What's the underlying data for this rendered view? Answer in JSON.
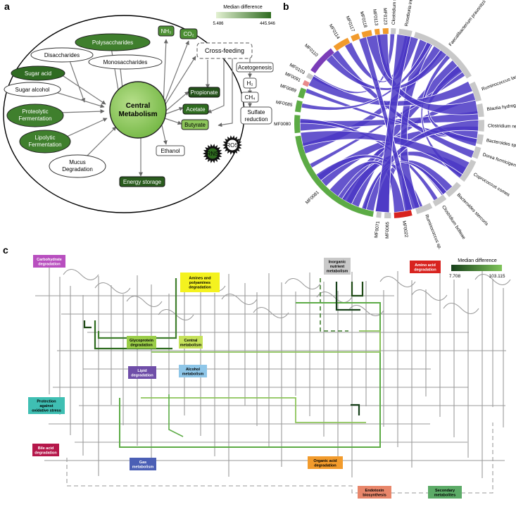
{
  "panels": {
    "a": "a",
    "b": "b",
    "c": "c"
  },
  "panel_a": {
    "legend_title": "Median difference",
    "legend_min": "5.486",
    "legend_max": "445.946",
    "legend_colors": [
      "#dcedc8",
      "#2e6b1f"
    ],
    "central": [
      "Central",
      "Metabolism"
    ],
    "inputs": [
      {
        "label": "Polysaccharides",
        "fill": "#3f7f2d",
        "text_color": "#ffffff"
      },
      {
        "label": "Disaccharides",
        "fill": "#ffffff",
        "text_color": "#000000"
      },
      {
        "label": "Monosaccharides",
        "fill": "#ffffff",
        "text_color": "#000000"
      },
      {
        "label": "Sugar acid",
        "fill": "#2f6b22",
        "text_color": "#ffffff"
      },
      {
        "label": "Sugar alcohol",
        "fill": "#ffffff",
        "text_color": "#000000"
      },
      {
        "label": [
          "Proteolytic",
          "Fermentation"
        ],
        "fill": "#3f7f2d",
        "text_color": "#ffffff"
      },
      {
        "label": [
          "Lipolytic",
          "Fermentation"
        ],
        "fill": "#3f7f2d",
        "text_color": "#ffffff"
      },
      {
        "label": [
          "Mucus",
          "Degradation"
        ],
        "fill": "#ffffff",
        "text_color": "#000000"
      }
    ],
    "outputs": {
      "nh3": "NH₃",
      "co2": "CO₂",
      "cross_feeding": "Cross-feeding",
      "acetogenesis": "Acetogenesis",
      "h2": "H₂",
      "ch4": "CH₄",
      "sulfate": [
        "Sulfate",
        "reduction"
      ],
      "propionate": "Propionate",
      "acetate": "Acetate",
      "butyrate": "Butyrate",
      "ethanol": "Ethanol",
      "energy_storage": "Energy storage",
      "rns": "RNS",
      "ros": "ROS"
    }
  },
  "panel_b": {
    "labels": [
      "Clostridium sp.",
      "Roseburia intestinalis",
      "Faecalibacterium prausnitzii",
      "Ruminococcus lactaris",
      "Blautia hydrogenotrophica",
      "Clostridium nexile",
      "Bacteroides sp.",
      "Dorea formicigenerans",
      "Coprococcus comes",
      "Bacteroides stercoris",
      "Clostridium bolteae",
      "Ruminococcus sp.",
      "MF0022",
      "MF0065",
      "MF0071",
      "MF0081",
      "MF0080",
      "MF0085",
      "MF0089",
      "MF0091",
      "MF0103",
      "MF0110",
      "MF0114",
      "MF0117",
      "MF0118",
      "MF0113",
      "MF0123"
    ]
  },
  "panel_c": {
    "legend_title": "Median difference",
    "legend_min": "7.708",
    "legend_max": "103.115",
    "categories": [
      {
        "label": [
          "Carbohydrate",
          "degradation"
        ],
        "color": "#b84fbf"
      },
      {
        "label": [
          "Amines and",
          "polyamines",
          "degradation"
        ],
        "color": "#f4f21f"
      },
      {
        "label": [
          "Inorganic",
          "nutrient",
          "metabolism"
        ],
        "color": "#c9c9c9"
      },
      {
        "label": [
          "Amino acid",
          "degradation"
        ],
        "color": "#d8231f"
      },
      {
        "label": [
          "Glycoprotein",
          "degradation"
        ],
        "color": "#9acd48"
      },
      {
        "label": [
          "Central",
          "metabolism"
        ],
        "color": "#c5e15a"
      },
      {
        "label": [
          "Lipid",
          "degradation"
        ],
        "color": "#6f4ea8"
      },
      {
        "label": [
          "Alcohol",
          "metabolism"
        ],
        "color": "#8ec6e8"
      },
      {
        "label": [
          "Protection",
          "against",
          "oxidative stress"
        ],
        "color": "#3fbfb3"
      },
      {
        "label": [
          "Bile acid",
          "degradation"
        ],
        "color": "#b5174a"
      },
      {
        "label": [
          "Gas",
          "metabolism"
        ],
        "color": "#4b5fb5"
      },
      {
        "label": [
          "Organic acid",
          "degradation"
        ],
        "color": "#f29b2c"
      },
      {
        "label": [
          "Endotoxin",
          "biosynthesis"
        ],
        "color": "#e8866a"
      },
      {
        "label": [
          "Secondary",
          "metabolites"
        ],
        "color": "#5cab67"
      }
    ]
  }
}
